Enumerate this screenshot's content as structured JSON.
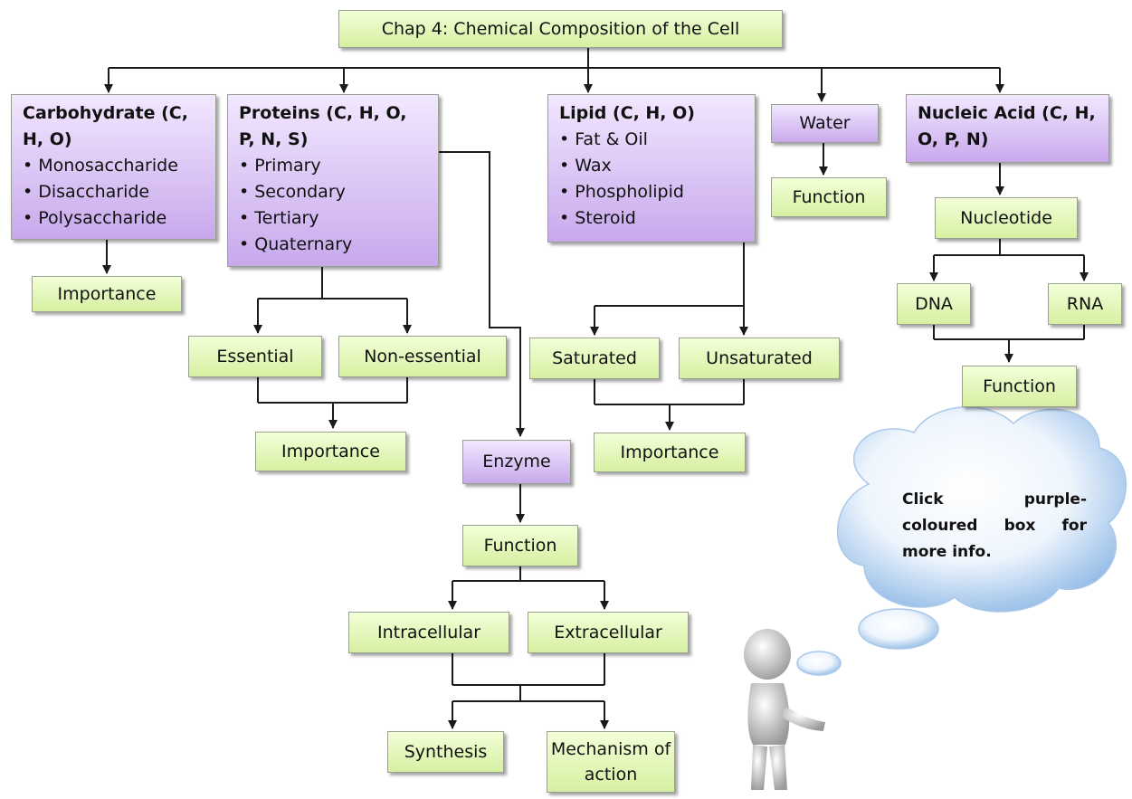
{
  "title": "Chap 4: Chemical Composition of the Cell",
  "carbohydrate": {
    "heading": "Carbohydrate (C, H, O)",
    "items": [
      "Monosaccharide",
      "Disaccharide",
      "Polysaccharide"
    ],
    "importance": "Importance"
  },
  "proteins": {
    "heading": "Proteins (C, H, O, P, N, S)",
    "items": [
      "Primary",
      "Secondary",
      "Tertiary",
      "Quaternary"
    ],
    "essential": "Essential",
    "non_essential": "Non-essential",
    "importance": "Importance"
  },
  "enzyme": {
    "label": "Enzyme",
    "function": "Function",
    "intracellular": "Intracellular",
    "extracellular": "Extracellular",
    "synthesis": "Synthesis",
    "mechanism": "Mechanism of action"
  },
  "lipid": {
    "heading": "Lipid (C, H, O)",
    "items": [
      "Fat & Oil",
      "Wax",
      "Phospholipid",
      "Steroid"
    ],
    "saturated": "Saturated",
    "unsaturated": "Unsaturated",
    "importance": "Importance"
  },
  "water": {
    "label": "Water",
    "function": "Function"
  },
  "nucleic_acid": {
    "heading": "Nucleic Acid (C, H, O, P, N)",
    "nucleotide": "Nucleotide",
    "dna": "DNA",
    "rna": "RNA",
    "function": "Function"
  },
  "callout": {
    "text": "Click purple-coloured box for more info."
  },
  "colors": {
    "green_box": "#d6f0a2",
    "purple_box": "#c8a9ec",
    "connector": "#1a1a1a",
    "cloud": "#8fb9e6"
  }
}
